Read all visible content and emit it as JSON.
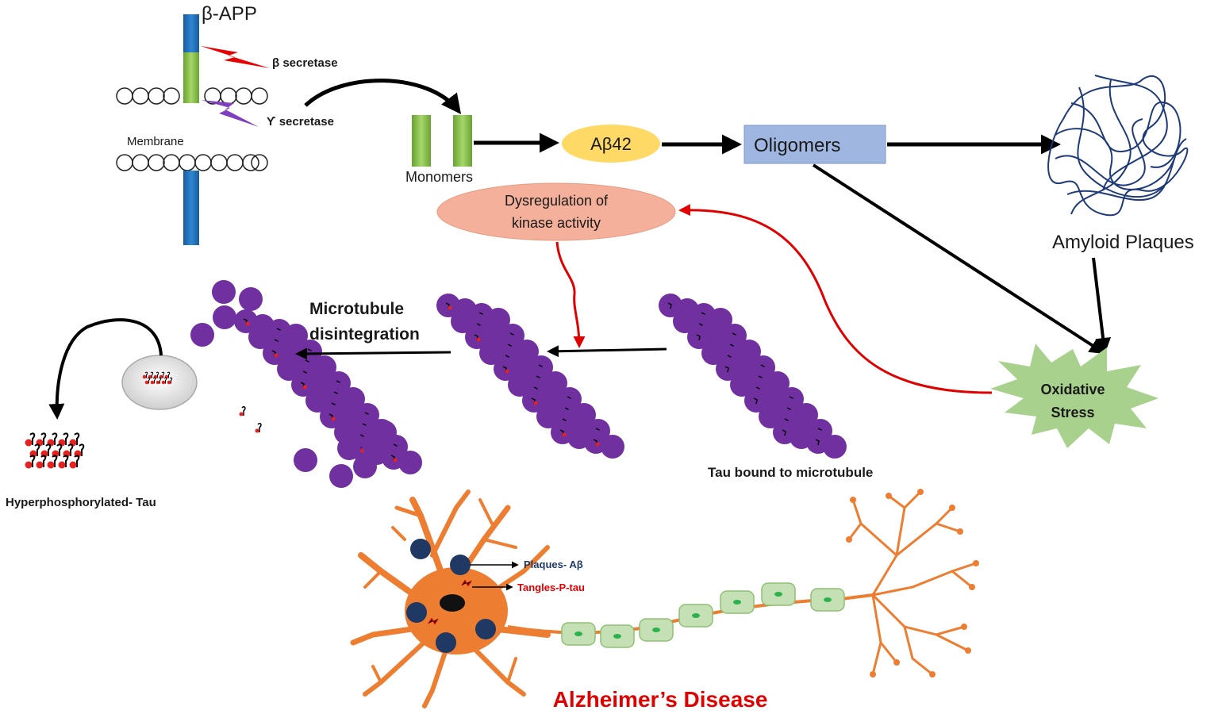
{
  "labels": {
    "beta_app": "β-APP",
    "beta_secretase": "β secretase",
    "gamma_secretase": "ϒ secretase",
    "membrane": "Membrane",
    "monomers": "Monomers",
    "ab42": "Aβ42",
    "oligomers": "Oligomers",
    "amyloid_plaques": "Amyloid Plaques",
    "dysregulation_line1": "Dysregulation of",
    "dysregulation_line2": "kinase activity",
    "oxidative_line1": "Oxidative",
    "oxidative_line2": "Stress",
    "microtubule_line1": "Microtubule",
    "microtubule_line2": "disintegration",
    "tau_bound": "Tau bound to microtubule",
    "hyperphosphorylated_tau": "Hyperphosphorylated- Tau",
    "plaques_ab": "Plaques- Aβ",
    "tangles_ptau": "Tangles-P-tau",
    "title": "Alzheimer’s Disease"
  },
  "colors": {
    "app_blue": "#1f6fb8",
    "app_green": "#8bc34a",
    "ab42_fill": "#ffd966",
    "oligomer_fill": "#9fb6e0",
    "dysregulation_fill": "#f4b09a",
    "oxidative_fill": "#a9d18e",
    "microtubule_purple": "#7030a0",
    "phospho_red": "#e32222",
    "red_arrow": "#e00000",
    "neuron_orange": "#ed7d31",
    "myelin_green": "#c5e0b4",
    "plaque_navy": "#1f3864",
    "title_red": "#e00000",
    "plaques_label": "#1f3864",
    "tangles_label": "#e00000"
  },
  "icons": [
    "lightning-bolt-icon",
    "lightning-bolt-icon",
    "amyloid-plaque-icon",
    "neuron-icon",
    "vesicle-icon"
  ]
}
